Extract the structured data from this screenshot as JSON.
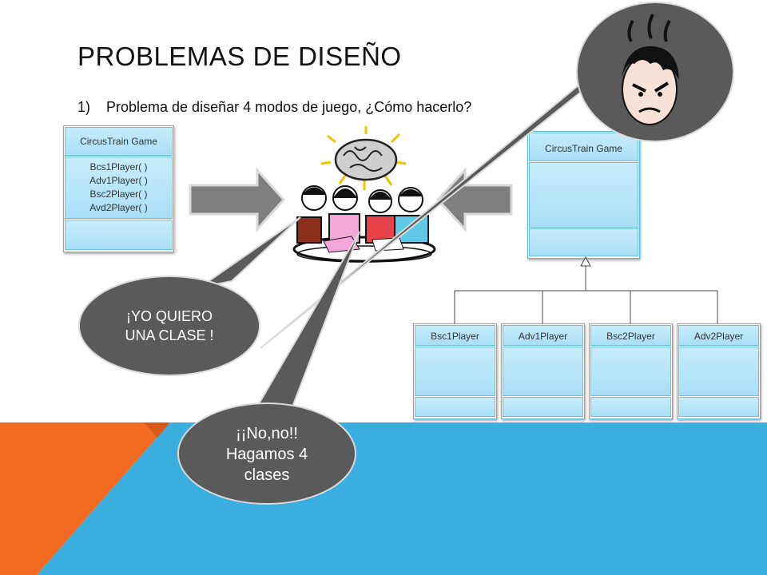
{
  "slide": {
    "title": "PROBLEMAS DE DISEÑO",
    "item_number": "1)",
    "item_text": "Problema de diseñar 4 modos de juego, ¿Cómo hacerlo?"
  },
  "left_class": {
    "name": "CircusTrain Game",
    "methods": [
      "Bcs1Player( )",
      "Adv1Player( )",
      "Bsc2Player( )",
      "Avd2Player( )"
    ]
  },
  "right_class": {
    "name": "CircusTrain Game"
  },
  "subclasses": [
    {
      "name": "Bsc1Player"
    },
    {
      "name": "Adv1Player"
    },
    {
      "name": "Bsc2Player"
    },
    {
      "name": "Adv2Player"
    }
  ],
  "bubbles": {
    "one_class": [
      "¡YO QUIERO",
      "UNA CLASE !"
    ],
    "four_classes": [
      "¡¡No,no!!",
      "Hagamos 4",
      "clases"
    ]
  },
  "colors": {
    "accent_orange": "#f26b21",
    "accent_blue": "#3aaede",
    "bubble_gray": "#5a5a5a",
    "uml_fill": "#b9e6f8"
  },
  "icons": [
    "right-arrow-icon",
    "left-arrow-icon",
    "meeting-clipart-icon",
    "brain-icon",
    "angry-man-icon"
  ]
}
